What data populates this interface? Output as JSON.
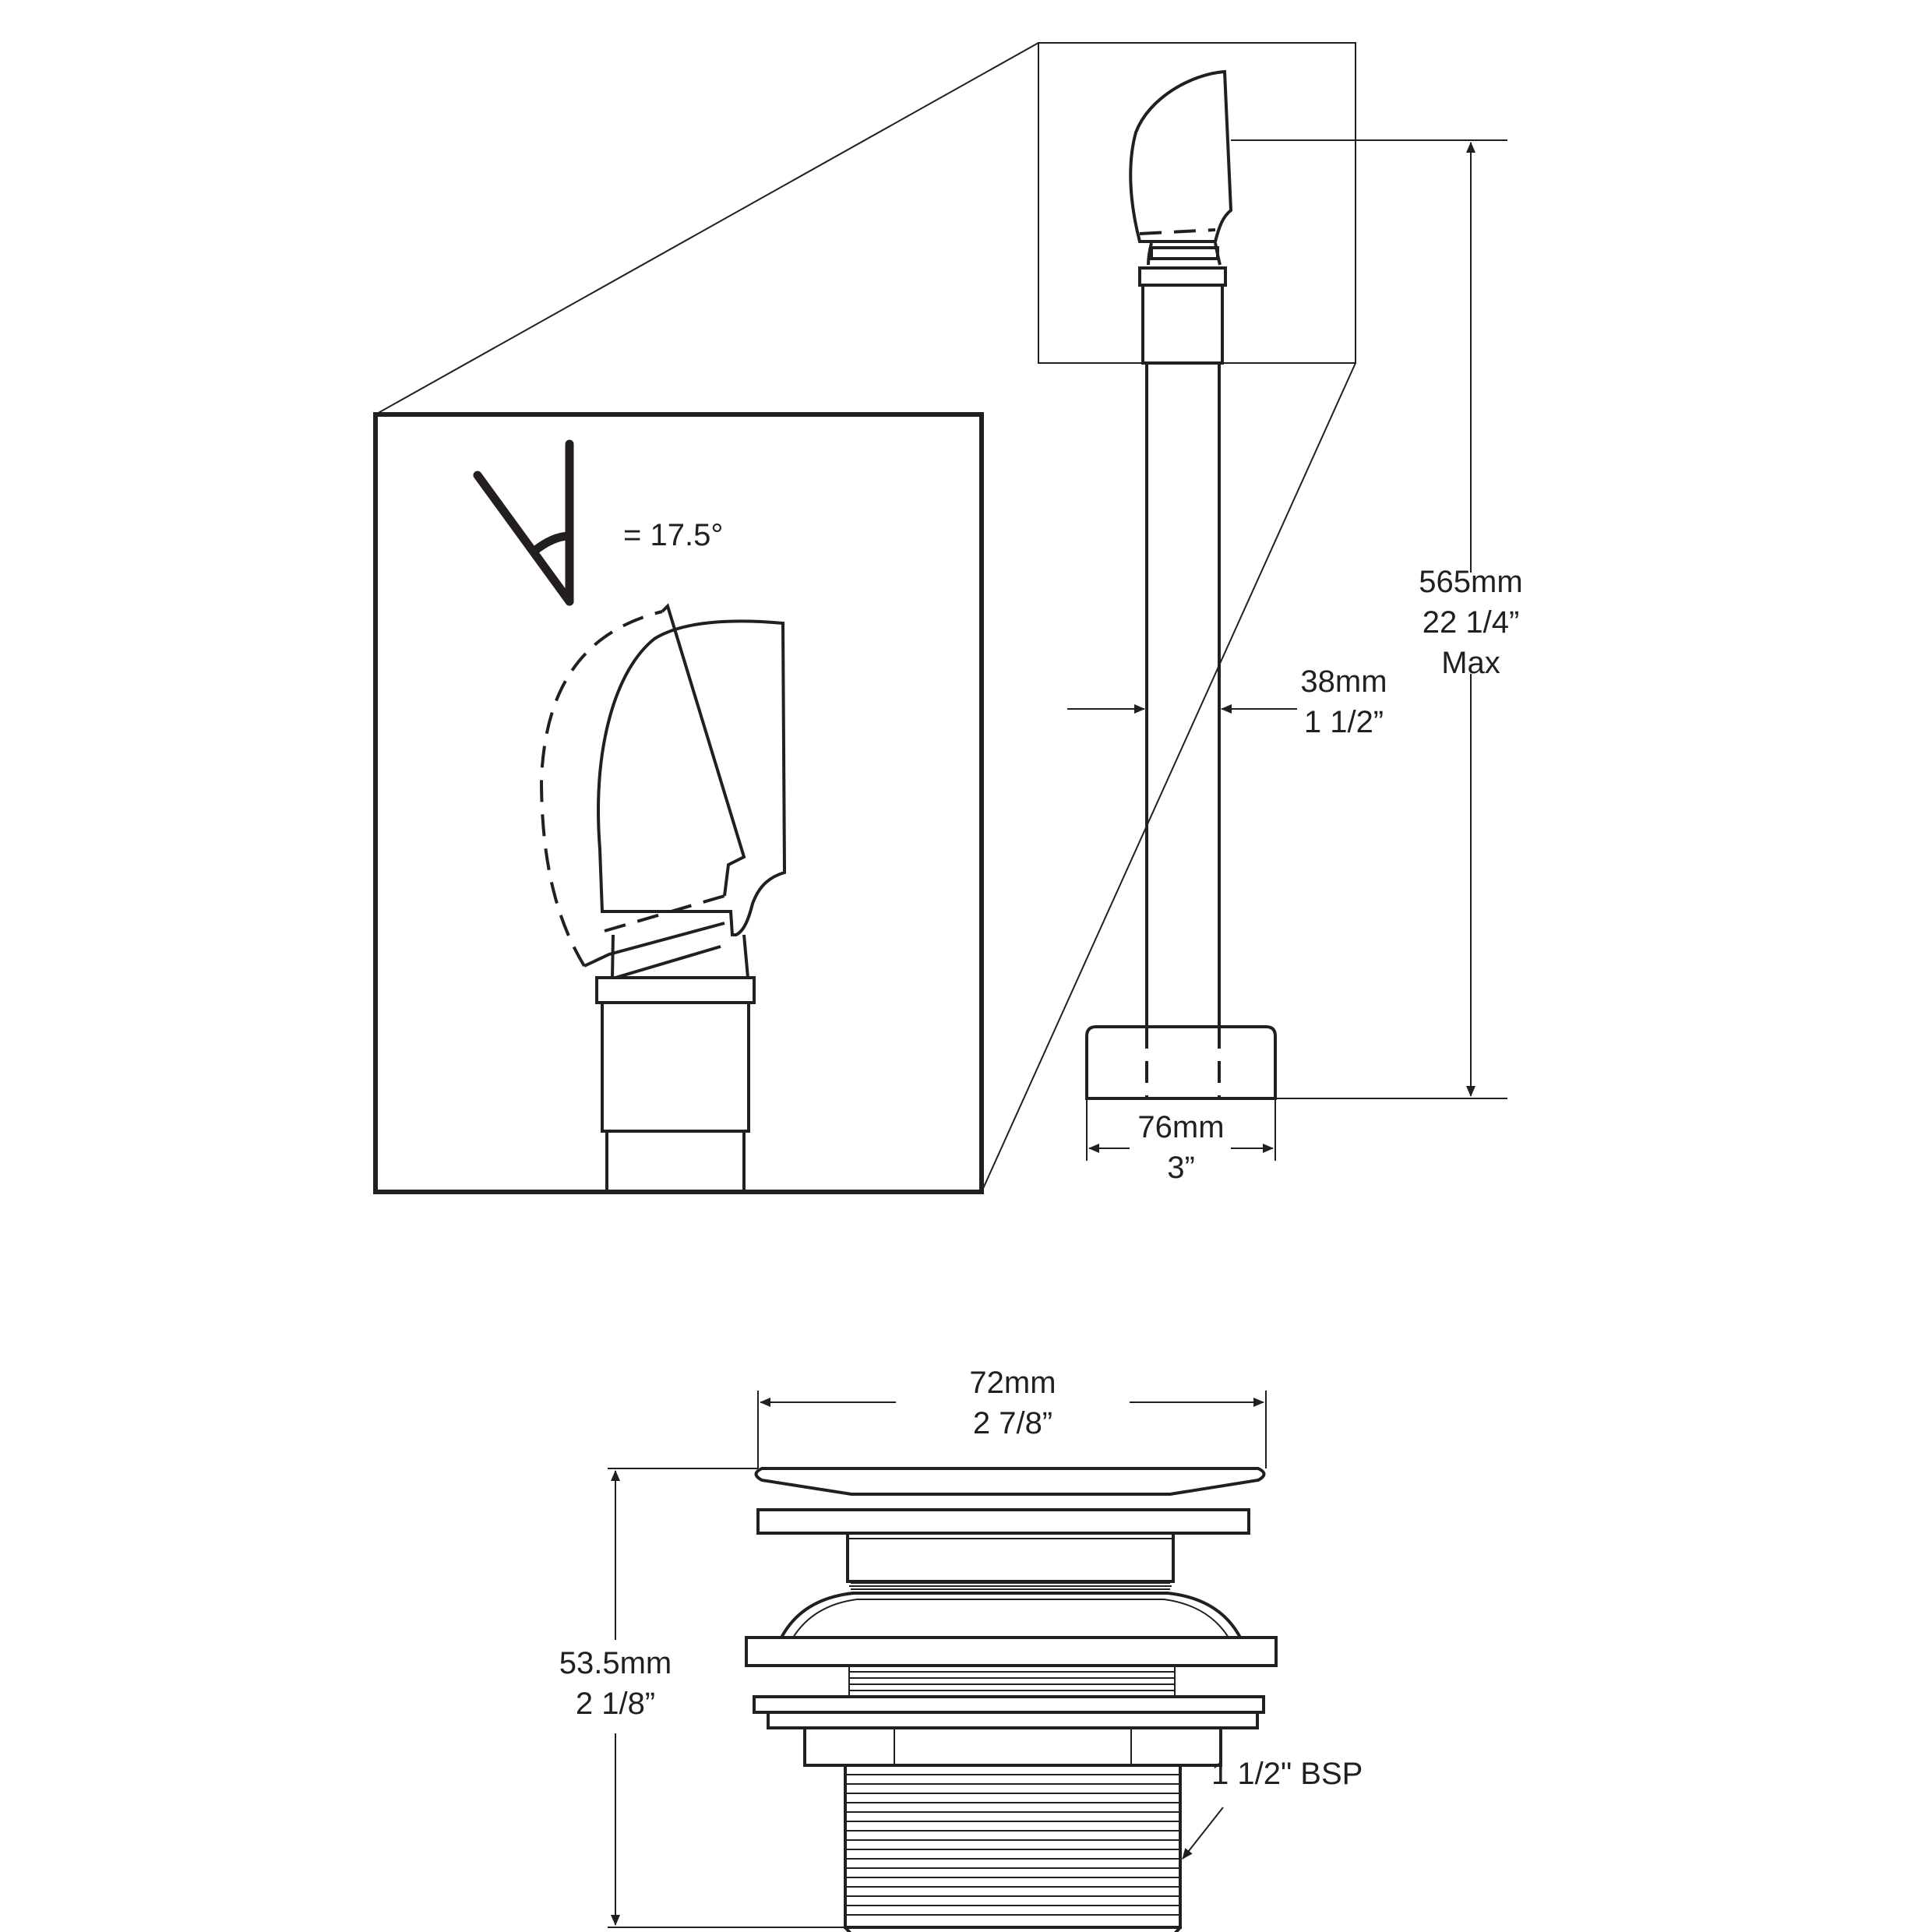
{
  "angle_label": "= 17.5°",
  "height": {
    "mm": "565mm",
    "inch": "22 1/4”",
    "note": "Max"
  },
  "pipe_diameter": {
    "mm": "38mm",
    "inch": "1 1/2”"
  },
  "base_width": {
    "mm": "76mm",
    "inch": "3”"
  },
  "waste_width": {
    "mm": "72mm",
    "inch": "2 7/8”"
  },
  "waste_height": {
    "mm": "53.5mm",
    "inch": "2 1/8”"
  },
  "thread_label": "1 1/2\" BSP"
}
